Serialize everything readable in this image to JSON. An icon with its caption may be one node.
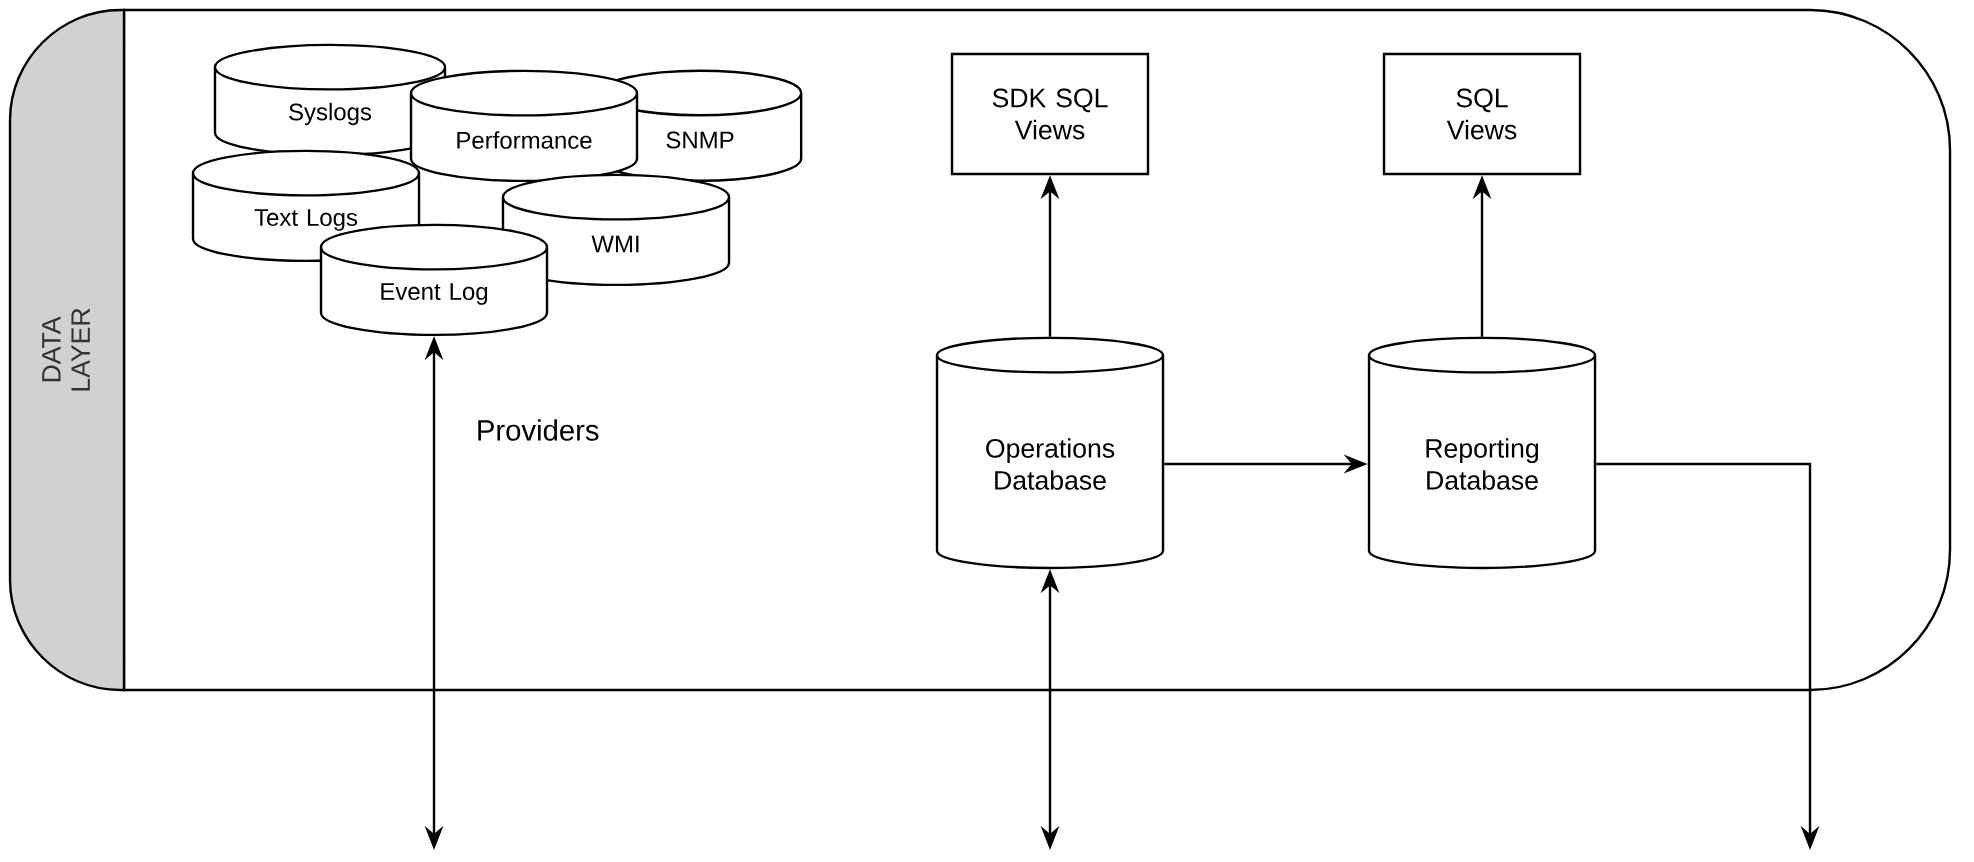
{
  "diagram": {
    "nodes": [
      {
        "text": [
          "DATA LAYER"
        ]
      },
      {
        "text": [
          "Syslogs"
        ],
        "in": 0
      },
      {
        "text": [
          "SNMP"
        ],
        "in": 0
      },
      {
        "text": [
          "Performance"
        ],
        "in": 0
      },
      {
        "text": [
          "Text Logs"
        ],
        "in": 0
      },
      {
        "text": [
          "WMI"
        ],
        "in": 0
      },
      {
        "text": [
          "Event Log"
        ],
        "in": 0
      },
      {
        "text": [
          "SDK SQL Views"
        ],
        "in": 0
      },
      {
        "text": [
          "SQL Views"
        ],
        "in": 0
      },
      {
        "text": [
          "Operations Database"
        ],
        "in": 0
      },
      {
        "text": [
          "Reporting Database"
        ],
        "in": 0
      }
    ],
    "edges": [
      {
        "from": 6,
        "to": null,
        "arrow": "both",
        "label": "Providers"
      },
      {
        "from": 9,
        "to": 7,
        "arrow": "to"
      },
      {
        "from": 9,
        "to": 10,
        "arrow": "to"
      },
      {
        "from": 10,
        "to": 8,
        "arrow": "to"
      },
      {
        "from": 9,
        "to": null,
        "arrow": "both"
      },
      {
        "from": 10,
        "to": null,
        "arrow": "to"
      }
    ]
  }
}
